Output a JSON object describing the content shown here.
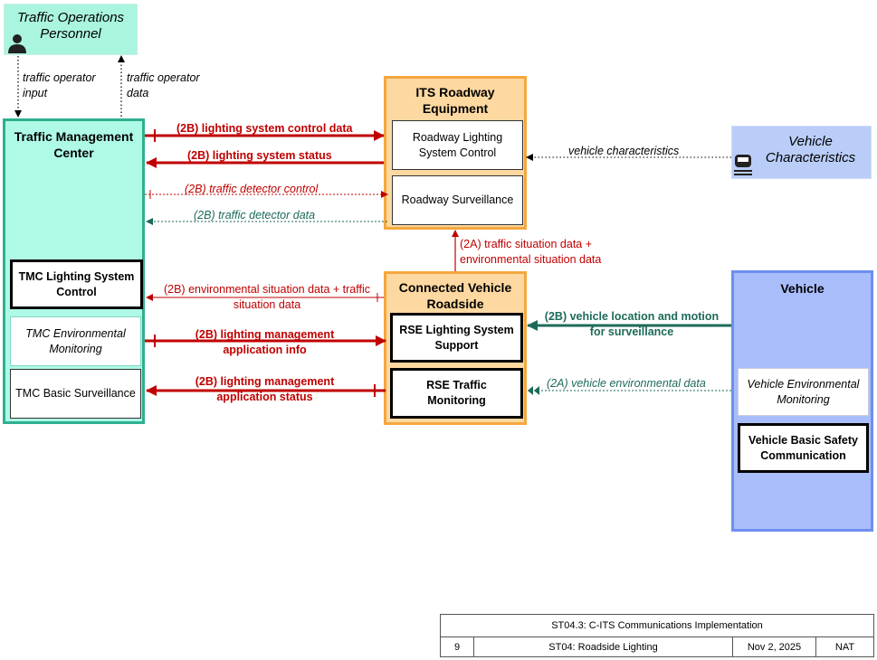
{
  "entities": {
    "traffic_ops": {
      "title": "Traffic Operations Personnel"
    },
    "tmc": {
      "title": "Traffic Management Center",
      "subs": [
        "TMC Lighting System Control",
        "TMC Environmental Monitoring",
        "TMC Basic Surveillance"
      ]
    },
    "its": {
      "title": "ITS Roadway Equipment",
      "subs": [
        "Roadway Lighting System Control",
        "Roadway Surveillance"
      ]
    },
    "vehicle_characteristics": {
      "title": "Vehicle Characteristics"
    },
    "cvr": {
      "title": "Connected Vehicle Roadside",
      "subs": [
        "RSE Lighting System Support",
        "RSE Traffic Monitoring"
      ]
    },
    "vehicle": {
      "title": "Vehicle",
      "subs": [
        "Vehicle Environmental Monitoring",
        "Vehicle Basic Safety Communication"
      ]
    }
  },
  "flows": {
    "operator_input": "traffic operator input",
    "operator_data": "traffic operator data",
    "lighting_control_data": "(2B) lighting system control data",
    "lighting_status": "(2B) lighting system status",
    "detector_control": "(2B) traffic detector control",
    "detector_data": "(2B) traffic detector data",
    "vehicle_characteristics": "vehicle characteristics",
    "situation_up": "(2A) traffic situation data + environmental situation data",
    "env_situation": "(2B) environmental situation data + traffic situation data",
    "mgmt_info": "(2B) lighting management application info",
    "mgmt_status": "(2B) lighting management application status",
    "vehicle_location": "(2B) vehicle location and motion for surveillance",
    "vehicle_env": "(2A) vehicle environmental data"
  },
  "footer": {
    "title": "ST04.3: C-ITS Communications Implementation",
    "page": "9",
    "subtitle": "ST04: Roadside Lighting",
    "date": "Nov 2, 2025",
    "org": "NAT"
  },
  "colors": {
    "red": "#c00000",
    "teal": "#1d6a5a",
    "tmc_border": "#2eb08f",
    "its_border": "#f4a73e",
    "vehicle_border": "#6e8ef0"
  }
}
